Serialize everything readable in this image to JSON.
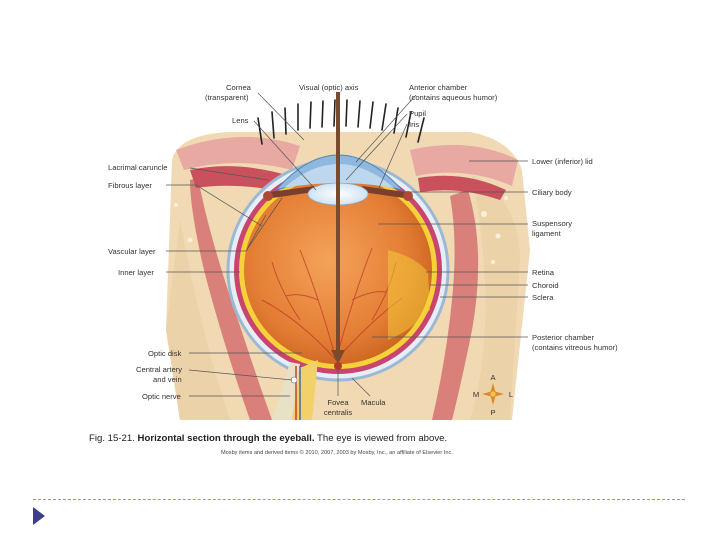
{
  "figure": {
    "labels": {
      "cornea": "Cornea",
      "cornea_note": "(transparent)",
      "visual_axis": "Visual (optic) axis",
      "anterior_chamber": "Anterior chamber",
      "anterior_chamber_note": "(contains aqueous humor)",
      "pupil": "Pupil",
      "iris": "Iris",
      "lens": "Lens",
      "lacrimal_caruncle": "Lacrimal caruncle",
      "lower_lid": "Lower (inferior) lid",
      "fibrous_layer": "Fibrous layer",
      "ciliary_body": "Ciliary body",
      "suspensory_ligament_1": "Suspensory",
      "suspensory_ligament_2": "ligament",
      "vascular_layer": "Vascular layer",
      "inner_layer": "Inner layer",
      "retina": "Retina",
      "choroid": "Choroid",
      "sclera": "Sclera",
      "posterior_chamber": "Posterior chamber",
      "posterior_chamber_note": "(contains vitreous humor)",
      "optic_disk": "Optic disk",
      "central_artery_1": "Central artery",
      "central_artery_2": "and vein",
      "optic_nerve": "Optic nerve",
      "fovea_1": "Fovea",
      "fovea_2": "centralis",
      "macula": "Macula"
    },
    "compass": {
      "anterior": "A",
      "posterior": "P",
      "medial": "M",
      "lateral": "L"
    }
  },
  "caption": {
    "fig_number": "Fig. 15-21.",
    "title": "Horizontal section through the eyeball.",
    "text": "The eye is viewed from above."
  },
  "credit": "Mosby items and derived items © 2010, 2007, 2003 by Mosby, Inc., an affiliate of Elsevier Inc."
}
